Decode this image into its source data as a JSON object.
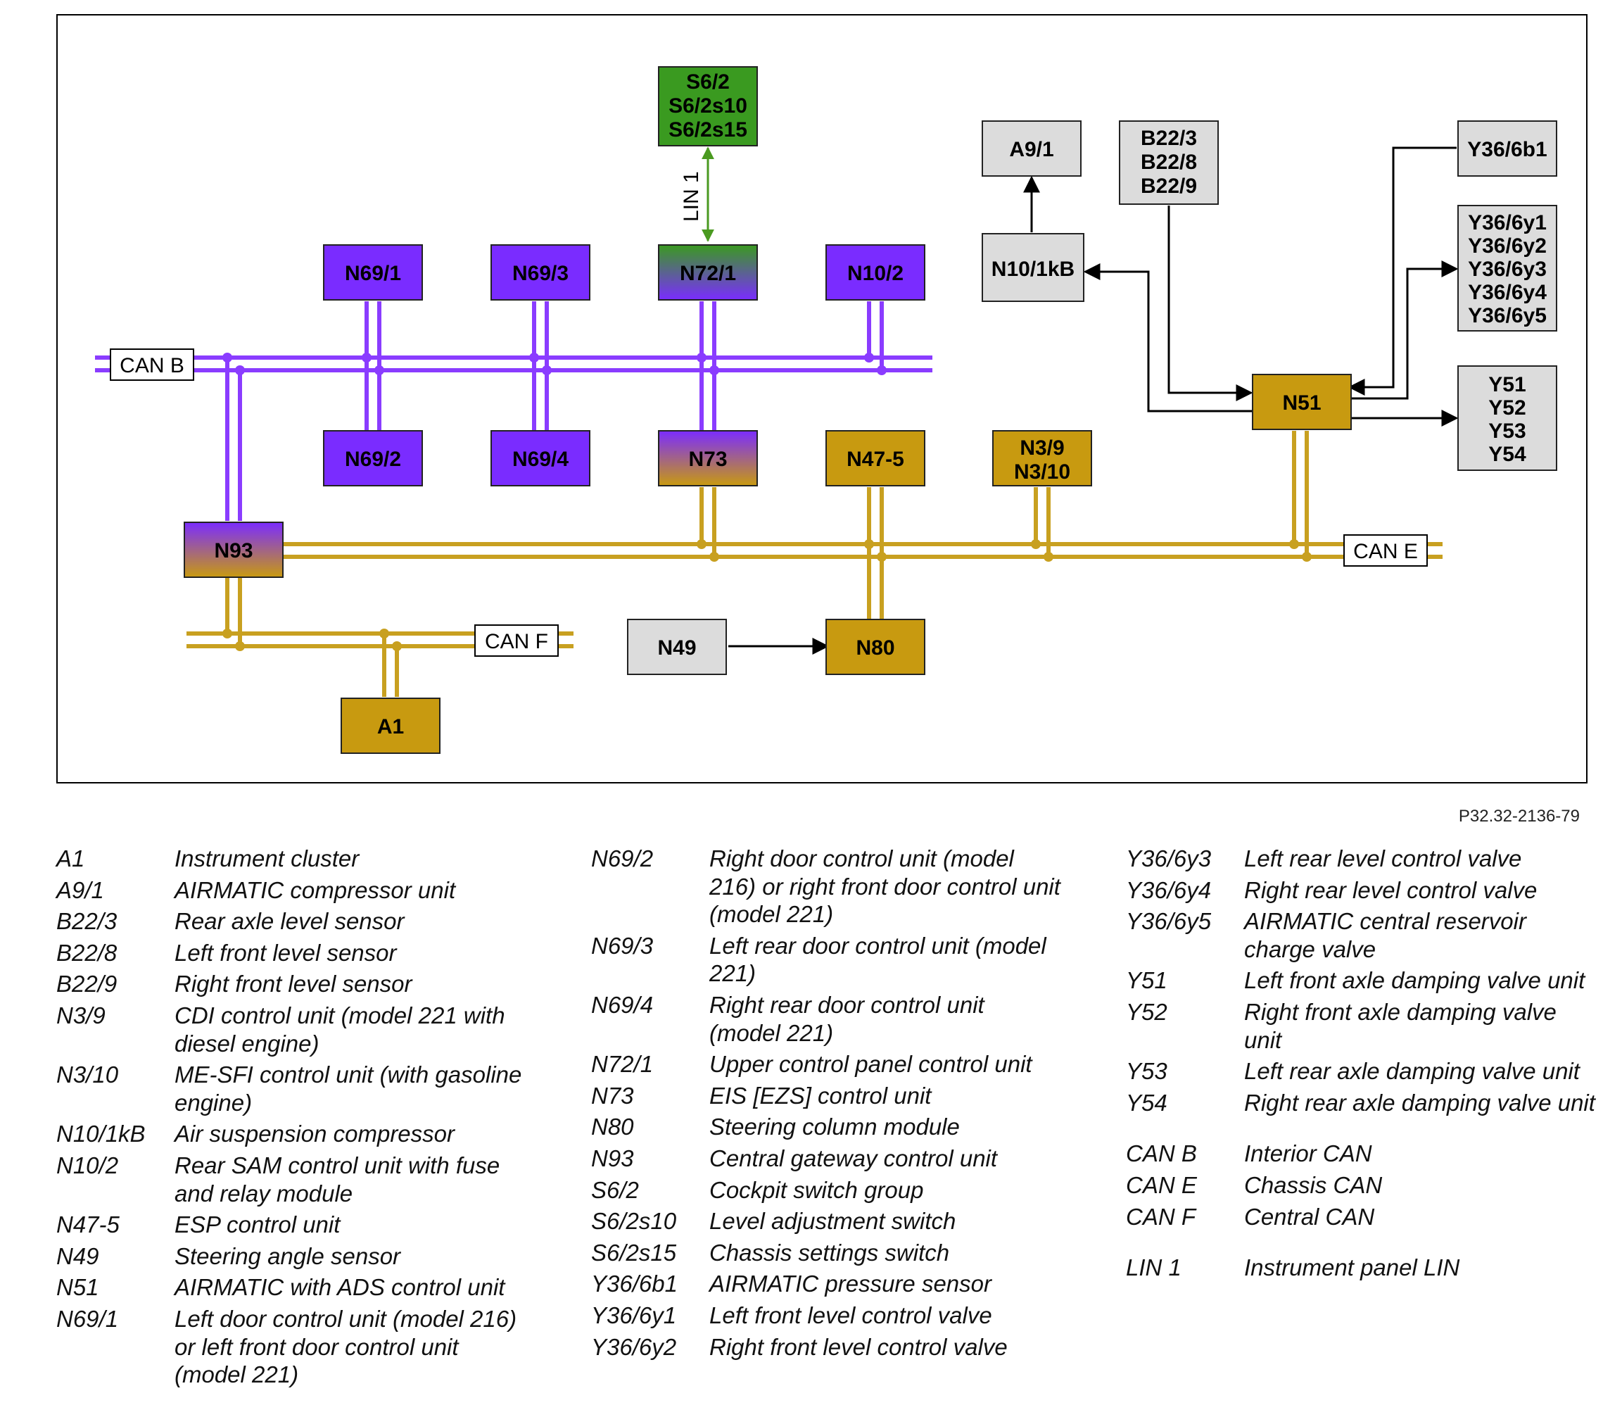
{
  "colors": {
    "can_b": "#8a3cff",
    "can_e": "#c8a020",
    "can_f": "#c8a020",
    "lin": "#4a9a20",
    "purple_box": "#7a2cff",
    "gold_box": "#c89a10",
    "green_box": "#3a9a20",
    "gray_box": "#dcdcdc"
  },
  "nodes": {
    "s6_group": [
      "S6/2",
      "S6/2s10",
      "S6/2s15"
    ],
    "n69_1": "N69/1",
    "n69_3": "N69/3",
    "n72_1": "N72/1",
    "n10_2": "N10/2",
    "n69_2": "N69/2",
    "n69_4": "N69/4",
    "n73": "N73",
    "n47_5": "N47-5",
    "n3_group": [
      "N3/9",
      "N3/10"
    ],
    "n93": "N93",
    "n49": "N49",
    "n80": "N80",
    "a1": "A1",
    "a9_1": "A9/1",
    "n10_1kb": "N10/1kB",
    "b22_group": [
      "B22/3",
      "B22/8",
      "B22/9"
    ],
    "n51": "N51",
    "y36_6b1": "Y36/6b1",
    "y36_6y_group": [
      "Y36/6y1",
      "Y36/6y2",
      "Y36/6y3",
      "Y36/6y4",
      "Y36/6y5"
    ],
    "y5x_group": [
      "Y51",
      "Y52",
      "Y53",
      "Y54"
    ]
  },
  "bus_labels": {
    "can_b": "CAN B",
    "can_e": "CAN E",
    "can_f": "CAN F",
    "lin_1": "LIN 1"
  },
  "figure_ref": "P32.32-2136-79",
  "legend": {
    "col1": [
      {
        "code": "A1",
        "desc": "Instrument cluster"
      },
      {
        "code": "A9/1",
        "desc": "AIRMATIC compressor unit"
      },
      {
        "code": "B22/3",
        "desc": "Rear axle level sensor"
      },
      {
        "code": "B22/8",
        "desc": "Left front level sensor"
      },
      {
        "code": "B22/9",
        "desc": "Right front level sensor"
      },
      {
        "code": "N3/9",
        "desc": "CDI control unit (model 221 with diesel engine)"
      },
      {
        "code": "N3/10",
        "desc": "ME-SFI control unit (with gasoline engine)"
      },
      {
        "code": "N10/1kB",
        "desc": "Air suspension compressor"
      },
      {
        "code": "N10/2",
        "desc": "Rear SAM control unit with fuse and relay module"
      },
      {
        "code": "N47-5",
        "desc": "ESP control unit"
      },
      {
        "code": "N49",
        "desc": "Steering angle sensor"
      },
      {
        "code": "N51",
        "desc": "AIRMATIC with ADS control unit"
      },
      {
        "code": "N69/1",
        "desc": "Left door control unit (model 216) or left front door control unit (model 221)"
      }
    ],
    "col2": [
      {
        "code": "N69/2",
        "desc": "Right door control unit (model 216) or right front door control unit (model 221)"
      },
      {
        "code": "N69/3",
        "desc": "Left rear door control unit (model 221)"
      },
      {
        "code": "N69/4",
        "desc": "Right rear door control unit (model 221)"
      },
      {
        "code": "N72/1",
        "desc": "Upper control panel control unit"
      },
      {
        "code": "N73",
        "desc": "EIS [EZS] control unit"
      },
      {
        "code": "N80",
        "desc": "Steering column module"
      },
      {
        "code": "N93",
        "desc": "Central gateway control unit"
      },
      {
        "code": "S6/2",
        "desc": "Cockpit switch group"
      },
      {
        "code": "S6/2s10",
        "desc": "Level adjustment switch"
      },
      {
        "code": "S6/2s15",
        "desc": "Chassis settings switch"
      },
      {
        "code": "Y36/6b1",
        "desc": "AIRMATIC pressure sensor"
      },
      {
        "code": "Y36/6y1",
        "desc": "Left front level control valve"
      },
      {
        "code": "Y36/6y2",
        "desc": "Right front level control valve"
      }
    ],
    "col3": [
      {
        "code": "Y36/6y3",
        "desc": "Left rear level control valve"
      },
      {
        "code": "Y36/6y4",
        "desc": "Right rear level control valve"
      },
      {
        "code": "Y36/6y5",
        "desc": "AIRMATIC central reservoir charge valve"
      },
      {
        "code": "Y51",
        "desc": "Left front axle damping valve unit"
      },
      {
        "code": "Y52",
        "desc": "Right front axle damping valve unit"
      },
      {
        "code": "Y53",
        "desc": "Left rear axle damping valve unit"
      },
      {
        "code": "Y54",
        "desc": "Right rear axle damping valve unit"
      }
    ],
    "col3_bus": [
      {
        "code": "CAN B",
        "desc": "Interior CAN"
      },
      {
        "code": "CAN E",
        "desc": "Chassis CAN"
      },
      {
        "code": "CAN F",
        "desc": "Central CAN"
      }
    ],
    "col3_lin": [
      {
        "code": "LIN 1",
        "desc": "Instrument panel LIN"
      }
    ]
  }
}
